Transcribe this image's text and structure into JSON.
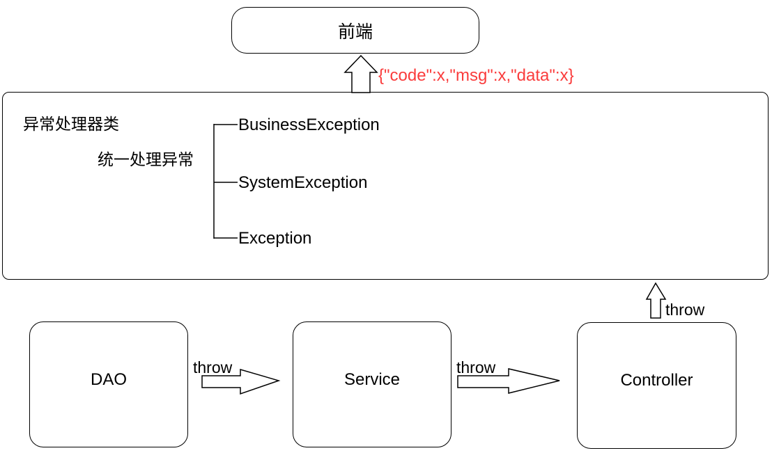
{
  "diagram": {
    "frontend": {
      "label": "前端"
    },
    "response_json": {
      "text": "{\"code\":x,\"msg\":x,\"data\":x}",
      "color": "#fa3c3c"
    },
    "exception_handler": {
      "title": "异常处理器类",
      "subtitle": "统一处理异常",
      "exception_types": [
        "BusinessException",
        "SystemException",
        "Exception"
      ]
    },
    "layers": [
      {
        "label": "DAO"
      },
      {
        "label": "Service"
      },
      {
        "label": "Controller"
      }
    ],
    "throws": [
      {
        "label": "throw"
      },
      {
        "label": "throw"
      },
      {
        "label": "throw"
      }
    ],
    "colors": {
      "line": "#000000",
      "background": "#ffffff"
    }
  }
}
